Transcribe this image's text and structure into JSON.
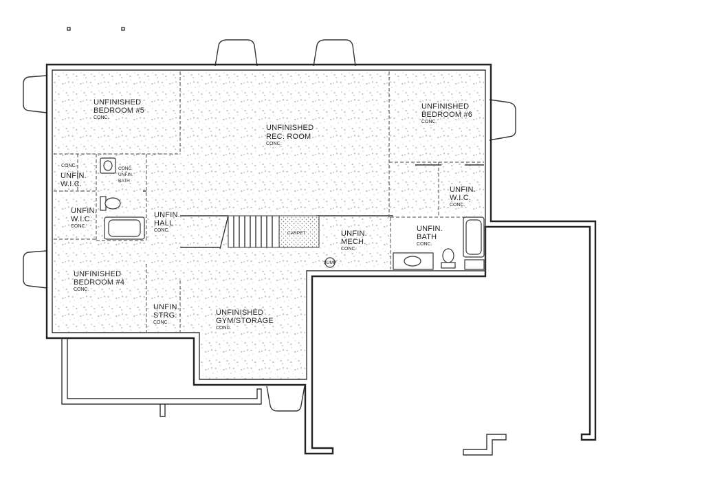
{
  "rooms": {
    "bedroom5": {
      "line1": "UNFINISHED",
      "line2": "BEDROOM #5",
      "finish": "CONC."
    },
    "rec_room": {
      "line1": "UNFINISHED",
      "line2": "REC. ROOM",
      "finish": "CONC."
    },
    "bedroom6": {
      "line1": "UNFINISHED",
      "line2": "BEDROOM #6",
      "finish": "CONC."
    },
    "wic_left_top": {
      "finish": "CONC.",
      "line1": "UNFIN.",
      "line2": "W.I.C."
    },
    "bath_left": {
      "finish": "CONC.",
      "line1": "UNFIN.",
      "line2": "BATH"
    },
    "wic_left_bottom": {
      "line1": "UNFIN.",
      "line2": "W.I.C.",
      "finish": "CONC."
    },
    "hall": {
      "line1": "UNFIN.",
      "line2": "HALL",
      "finish": "CONC."
    },
    "wic_right": {
      "line1": "UNFIN.",
      "line2": "W.I.C.",
      "finish": "CONC."
    },
    "bath_right": {
      "line1": "UNFIN.",
      "line2": "BATH",
      "finish": "CONC."
    },
    "mech": {
      "line1": "UNFIN.",
      "line2": "MECH.",
      "finish": "CONC."
    },
    "bedroom4": {
      "line1": "UNFINISHED",
      "line2": "BEDROOM #4",
      "finish": "CONC."
    },
    "storage": {
      "line1": "UNFIN.",
      "line2": "STRG.",
      "finish": "CONC."
    },
    "gym": {
      "line1": "UNFINISHED",
      "line2": "GYM/STORAGE",
      "finish": "CONC."
    }
  },
  "stair": {
    "floor": "CARPET"
  },
  "sump": {
    "label": "SUMP"
  }
}
